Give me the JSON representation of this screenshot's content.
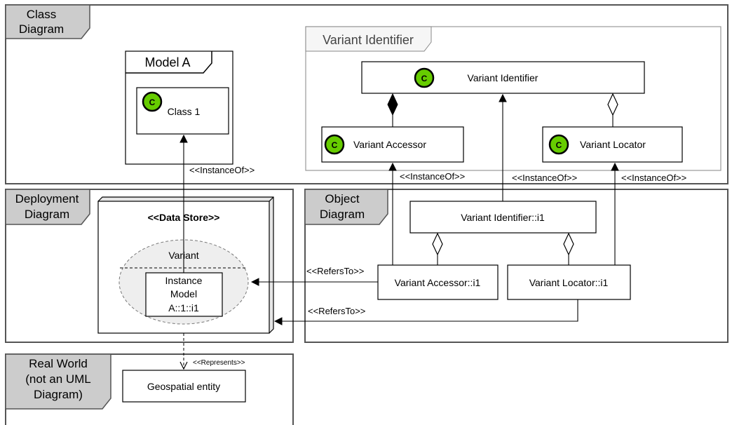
{
  "frames": {
    "class_diagram": [
      "Class",
      "Diagram"
    ],
    "deployment_diagram": [
      "Deployment",
      "Diagram"
    ],
    "object_diagram": [
      "Object",
      "Diagram"
    ],
    "real_world": [
      "Real World",
      "(not an UML",
      "Diagram)"
    ]
  },
  "class_icon_letter": "C",
  "model_a": {
    "title": "Model A",
    "class1": "Class 1"
  },
  "variant_package": {
    "title": "Variant Identifier",
    "variant_identifier": "Variant Identifier",
    "variant_accessor": "Variant Accessor",
    "variant_locator": "Variant Locator"
  },
  "deployment": {
    "stereotype": "<<Data Store>>",
    "variant": "Variant",
    "instance_model": [
      "Instance",
      "Model",
      "A::1::i1"
    ]
  },
  "objects": {
    "variant_identifier_i1": "Variant Identifier::i1",
    "variant_accessor_i1": "Variant Accessor::i1",
    "variant_locator_i1": "Variant Locator::i1"
  },
  "real_world": {
    "entity": "Geospatial entity"
  },
  "labels": {
    "instance_of_1": "<<InstanceOf>>",
    "instance_of_2": "<<InstanceOf>>",
    "instance_of_3": "<<InstanceOf>>",
    "instance_of_4": "<<InstanceOf>>",
    "refers_to_1": "<<RefersTo>>",
    "refers_to_2": "<<RefersTo>>",
    "represents": "<<Represents>>"
  },
  "colors": {
    "class_icon": "#66cc00",
    "frame_tag": "#cccccc",
    "variant_oval": "#eeeeee"
  }
}
